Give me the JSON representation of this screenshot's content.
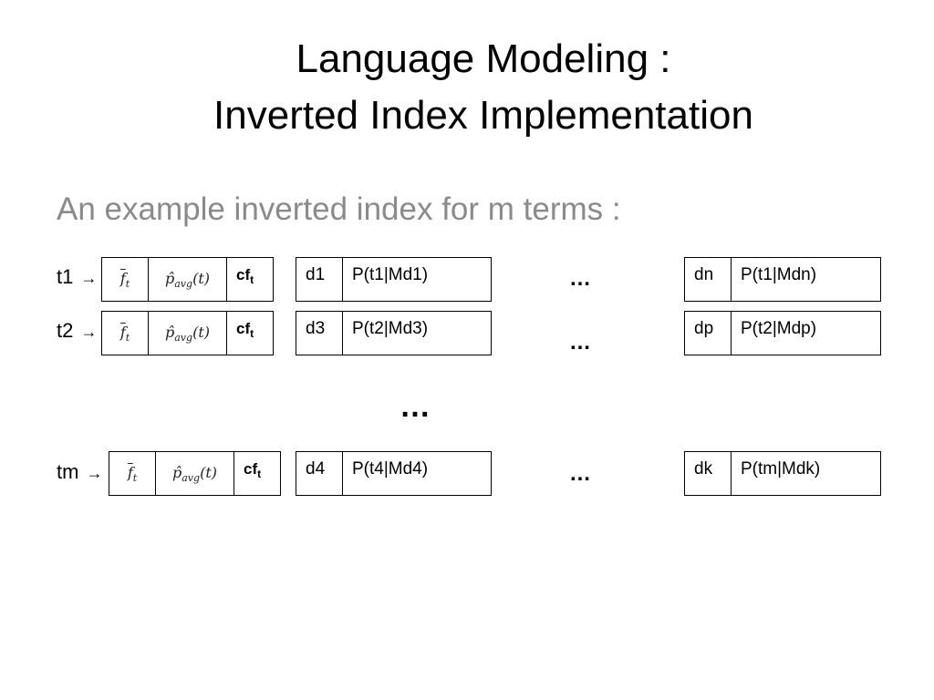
{
  "slide": {
    "title_line1": "Language Modeling :",
    "title_line2": "Inverted Index Implementation",
    "subtitle": "An example inverted index for m terms :"
  },
  "symbols": {
    "f_bar": "f",
    "f_sub": "t",
    "p_hat": "p̂",
    "p_sub": "avg",
    "p_arg": "(t)",
    "cf": "cf",
    "cf_sub": "t"
  },
  "rows": [
    {
      "term": "t1",
      "arrow": "→",
      "first": {
        "doc": "d1",
        "prob": "P(t1|Md1)"
      },
      "dots": "…",
      "last": {
        "doc": "dn",
        "prob": "P(t1|Mdn)"
      }
    },
    {
      "term": "t2",
      "arrow": "→",
      "first": {
        "doc": "d3",
        "prob": "P(t2|Md3)"
      },
      "dots": "…",
      "last": {
        "doc": "dp",
        "prob": "P(t2|Mdp)"
      }
    },
    {
      "term": "tm",
      "arrow": "→",
      "first": {
        "doc": "d4",
        "prob": "P(t4|Md4)"
      },
      "dots": "…",
      "last": {
        "doc": "dk",
        "prob": "P(tm|Mdk)"
      }
    }
  ],
  "middle_dots": "…"
}
